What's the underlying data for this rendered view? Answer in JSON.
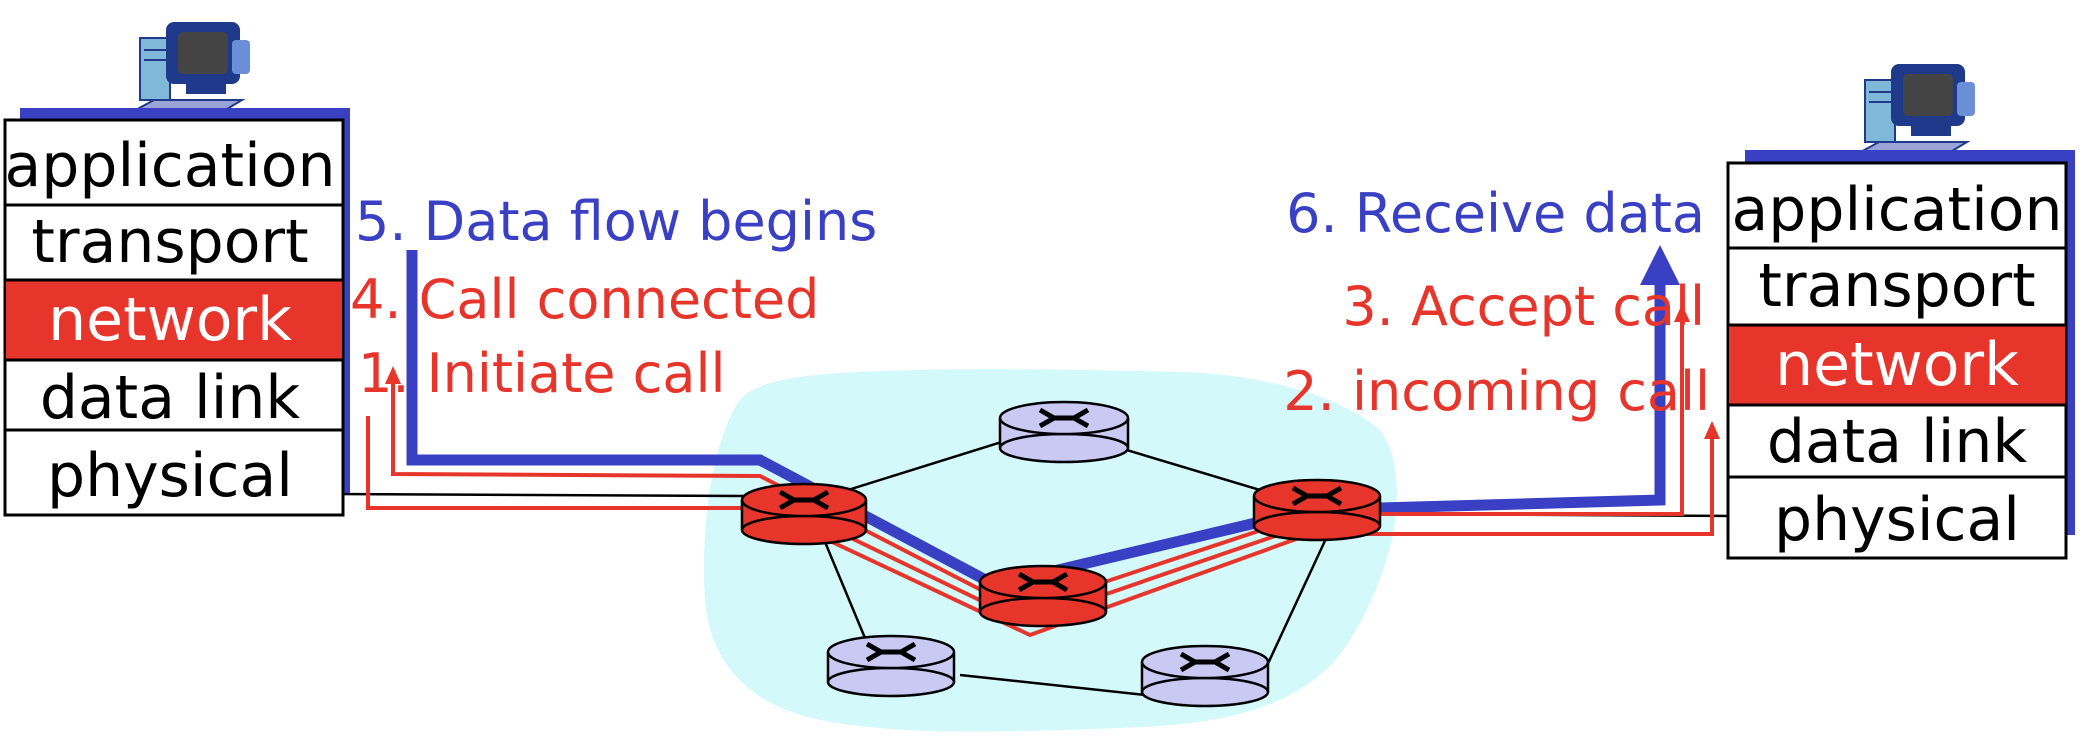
{
  "left_host": {
    "layers": [
      "application",
      "transport",
      "network",
      "data link",
      "physical"
    ],
    "highlight_layer": "network"
  },
  "right_host": {
    "layers": [
      "application",
      "transport",
      "network",
      "data link",
      "physical"
    ],
    "highlight_layer": "network"
  },
  "steps": {
    "s1": "1. Initiate call",
    "s2": "2. incoming call",
    "s3": "3. Accept call",
    "s4": "4. Call connected",
    "s5": "5. Data flow begins",
    "s6": "6. Receive data"
  },
  "colors": {
    "signal": "#e8352b",
    "data": "#3a40c4",
    "cloud": "#d3f9fb",
    "router_active": "#e8352b",
    "router_idle": "#c9c9f4",
    "outline": "#000000"
  },
  "icons": {
    "host": "computer-icon",
    "router": "router-icon"
  }
}
